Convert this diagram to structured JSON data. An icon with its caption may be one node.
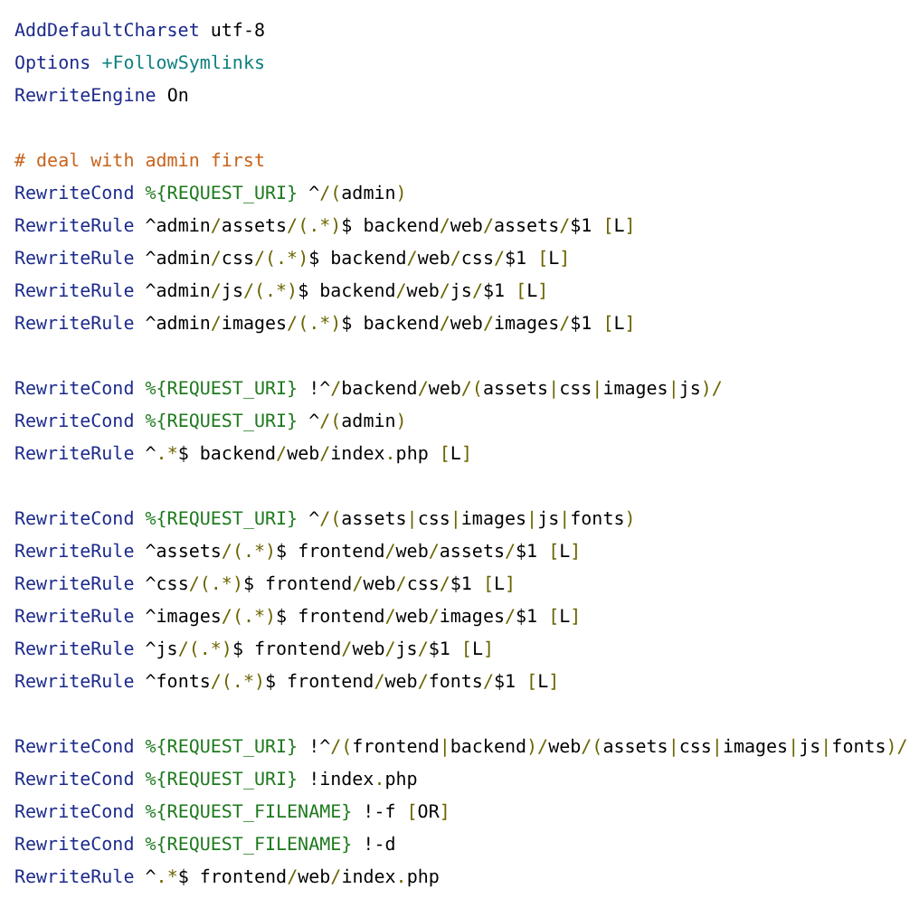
{
  "diagram": {
    "labels": [
      "AddDefaultCharset utf-8",
      "Options +FollowSymlinks",
      "RewriteEngine On",
      "# deal with admin first",
      "RewriteCond %{REQUEST_URI} ^/(admin)",
      "RewriteRule ^admin/assets/(.*)$ backend/web/assets/$1 [L]",
      "RewriteRule ^admin/css/(.*)$ backend/web/css/$1 [L]",
      "RewriteRule ^admin/js/(.*)$ backend/web/js/$1 [L]",
      "RewriteRule ^admin/images/(.*)$ backend/web/images/$1 [L]",
      "RewriteCond %{REQUEST_URI} !^/backend/web/(assets|css|images|js)/",
      "RewriteCond %{REQUEST_URI} ^/(admin)",
      "RewriteRule ^.*$ backend/web/index.php [L]",
      "RewriteCond %{REQUEST_URI} ^/(assets|css|images|js|fonts)",
      "RewriteRule ^assets/(.*)$ frontend/web/assets/$1 [L]",
      "RewriteRule ^css/(.*)$ frontend/web/css/$1 [L]",
      "RewriteRule ^images/(.*)$ frontend/web/images/$1 [L]",
      "RewriteRule ^js/(.*)$ frontend/web/js/$1 [L]",
      "RewriteRule ^fonts/(.*)$ frontend/web/fonts/$1 [L]",
      "RewriteCond %{REQUEST_URI} !^/(frontend|backend)/web/(assets|css|images|js|fonts)/",
      "RewriteCond %{REQUEST_URI} !index.php",
      "RewriteCond %{REQUEST_FILENAME} !-f [OR]",
      "RewriteCond %{REQUEST_FILENAME} !-d",
      "RewriteRule ^.*$ frontend/web/index.php"
    ]
  }
}
